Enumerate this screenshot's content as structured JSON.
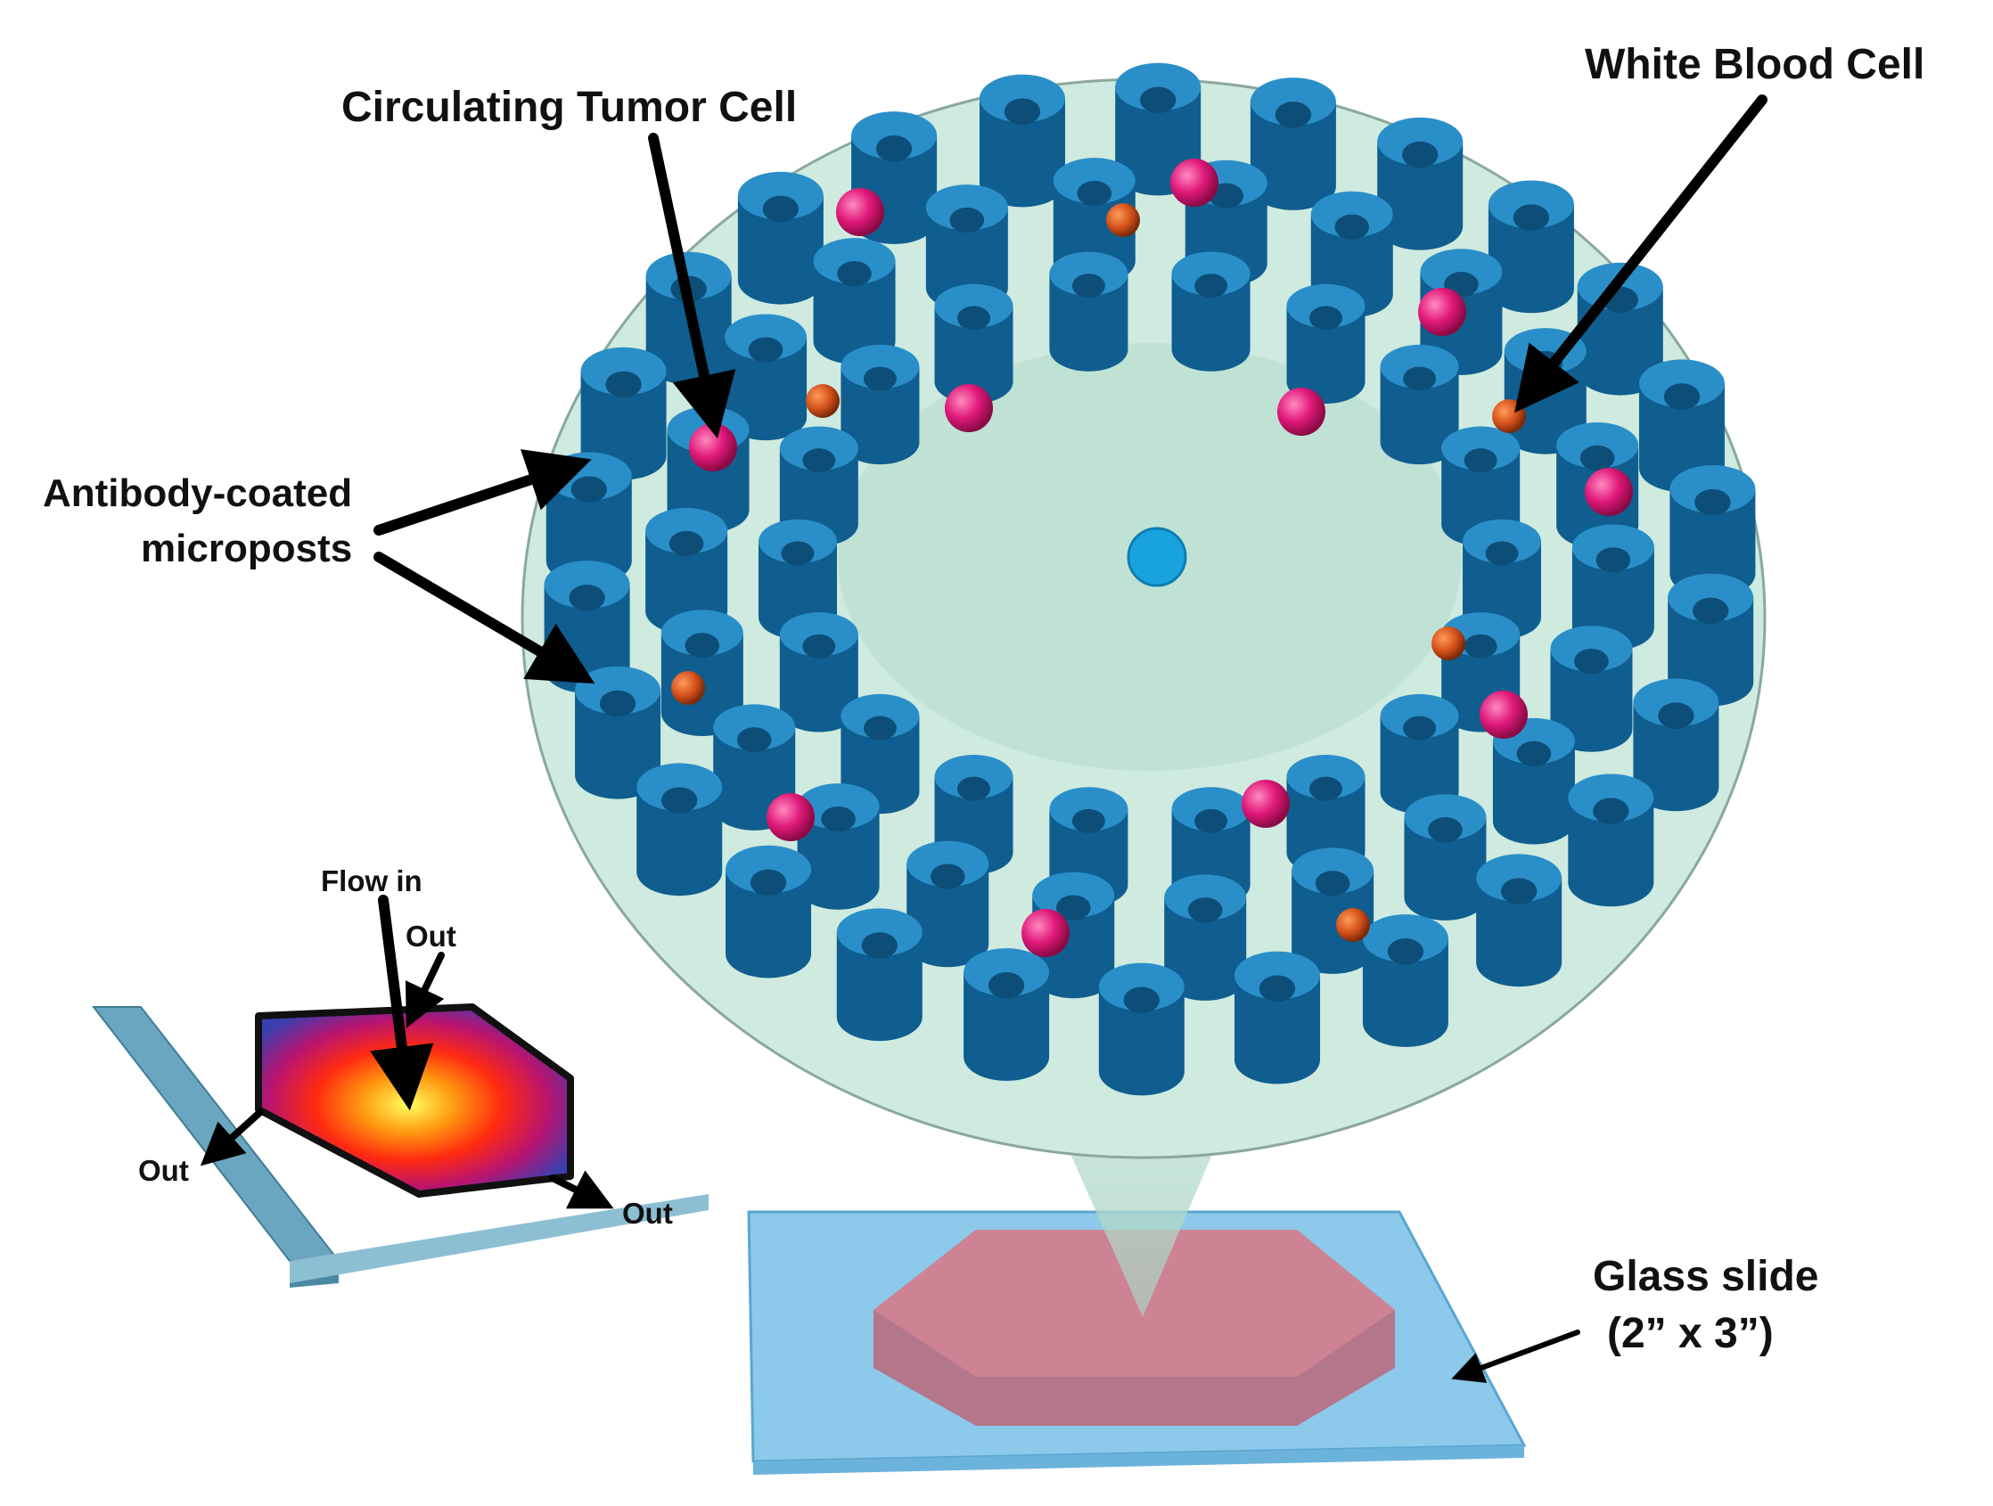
{
  "labels": {
    "ctc": "Circulating Tumor Cell",
    "wbc": "White Blood Cell",
    "antibody_line1": "Antibody-coated",
    "antibody_line2": "microposts",
    "flow_in": "Flow in",
    "out_top": "Out",
    "out_left": "Out",
    "out_right": "Out",
    "glass_line1": "Glass slide",
    "glass_line2": "(2” x 3”)"
  },
  "colors": {
    "chamber_fill": "#cfeadf",
    "post_top": "#2a8fc9",
    "post_side": "#0f5e8f",
    "ctc": "#e0197a",
    "wbc": "#d2501a",
    "center_dot": "#19a3dd",
    "glass": "#86c6e8",
    "slide_chamber": "#c97a89"
  },
  "icons": {
    "micropost": "cylinder-post-icon",
    "ctc": "pink-sphere-icon",
    "wbc": "orange-sphere-icon"
  }
}
